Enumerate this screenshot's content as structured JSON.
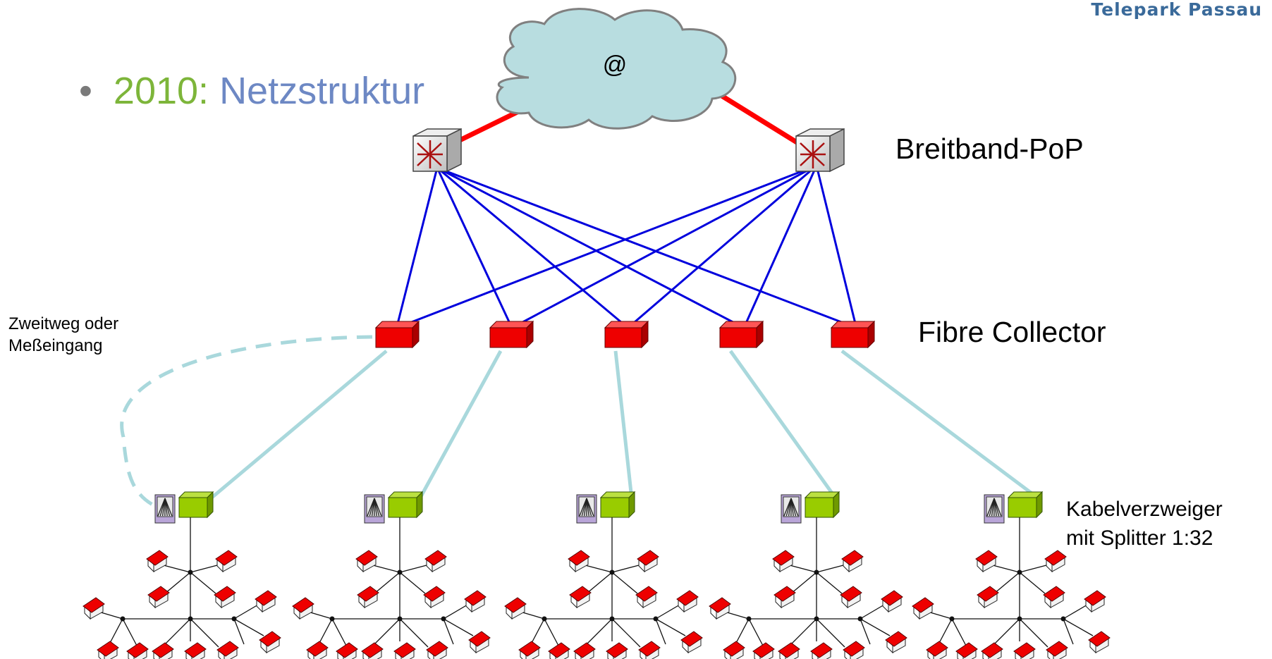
{
  "header": {
    "brand": "Telepark Passau"
  },
  "title": {
    "bullet": "•",
    "year": "2010:",
    "rest": "Netzstruktur"
  },
  "cloud": {
    "label": "@"
  },
  "labels": {
    "breitband_pop": "Breitband-PoP",
    "fibre_collector": "Fibre Collector",
    "zweitweg_line1": "Zweitweg oder",
    "zweitweg_line2": "Meßeingang",
    "kvz_line1": "Kabelverzweiger",
    "kvz_line2": "mit Splitter 1:32"
  },
  "colors": {
    "internet_link": "#ff0000",
    "backbone_link": "#0000dd",
    "feeder_link": "#a9d8dc",
    "collector": "#ee0000",
    "cabinet": "#99cc00",
    "house_roof": "#ee0000",
    "cloud_fill": "#b8dde0"
  }
}
